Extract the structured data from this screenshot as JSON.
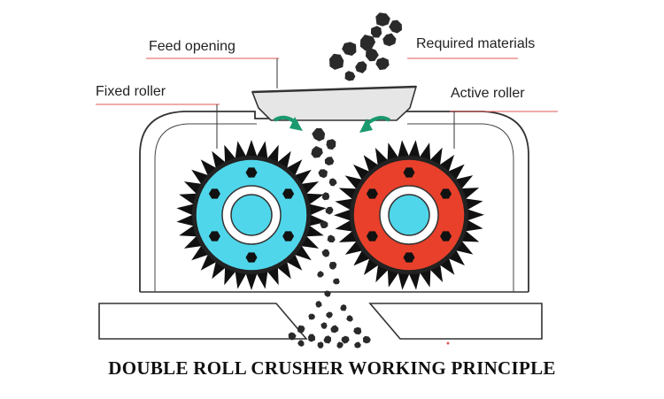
{
  "labels": {
    "feed_opening": "Feed opening",
    "required_materials": "Required materials",
    "fixed_roller": "Fixed roller",
    "active_roller": "Active roller"
  },
  "title": "DOUBLE ROLL CRUSHER WORKING PRINCIPLE",
  "colors": {
    "fixed_roller": "#4fd6ea",
    "active_roller": "#e8402a",
    "leader_line": "#e05a5a",
    "frame_outline": "#333333",
    "material": "#2a2a2a"
  },
  "icons": {
    "material_chunk": "coal-lump-icon",
    "feed_arrow": "curved-arrow-icon"
  }
}
